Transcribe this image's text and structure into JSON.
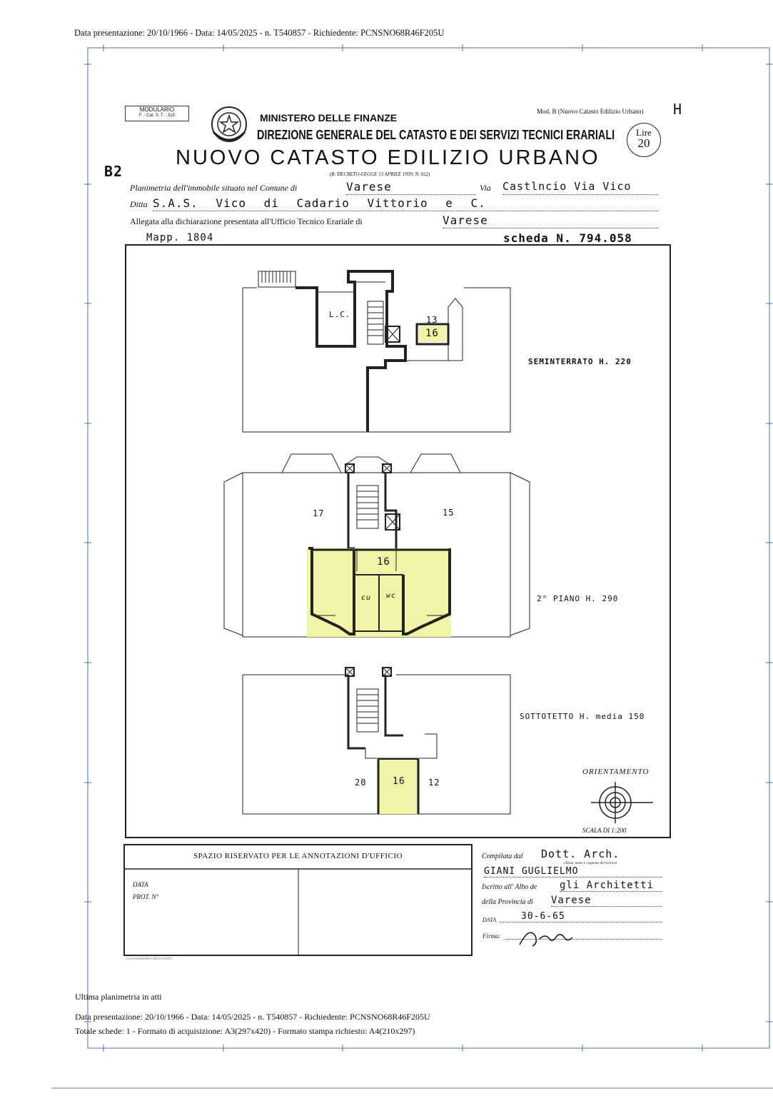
{
  "header_line": "Data presentazione: 20/10/1966 - Data: 14/05/2025 - n. T540857 - Richiedente: PCNSNO68R46F205U",
  "modulario": {
    "line1": "MODULARIO",
    "line2": "F. - Cat. S. T. - 315"
  },
  "ministry": "MINISTERO DELLE FINANZE",
  "direction": "DIREZIONE GENERALE DEL CATASTO E DEI SERVIZI TECNICI ERARIALI",
  "catasto_title": "NUOVO CATASTO EDILIZIO URBANO",
  "decree": "(R. DECRETO-LEGGE 13 APRILE 1939, N. 652)",
  "mod_b": "Mod. B (Nuovo Catasto Edilizio Urbano)",
  "corner_mark": "H",
  "stamp": {
    "line1": "Lire",
    "line2": "20"
  },
  "category": "B2",
  "planimetria_label": "Planimetria dell'immobile situato nel Comune di",
  "comune": "Varese",
  "via_label": "Via",
  "via": "Castlncio Via Vico",
  "ditta_label": "Ditta",
  "ditta": "S.A.S. Vico   di   Cadario Vittorio e C.",
  "allegata_label": "Allegata alla dichiarazione presentata all'Ufficio Tecnico Erariale di",
  "ufficio": "Varese",
  "mapp": "Mapp. 1804",
  "scheda": "scheda N. 794.058",
  "floors": {
    "basement": {
      "label": "SEMINTERRATO   H. 220",
      "room_lc": "L.C.",
      "num_top": "13",
      "num_unit": "16"
    },
    "second": {
      "label": "2° PIANO   H. 290",
      "n17": "17",
      "n15": "15",
      "n16": "16",
      "cu": "cu",
      "wc": "wc"
    },
    "attic": {
      "label": "SOTTOTETTO   H. media 150",
      "n20": "20",
      "n16": "16",
      "n12": "12"
    }
  },
  "orientamento": "ORIENTAMENTO",
  "scala": "SCALA DI 1:200",
  "spazio": "SPAZIO RISERVATO PER LE ANNOTAZIONI D'UFFICIO",
  "data_label": "DATA",
  "prot_label": "PROT. N°",
  "compilata_label": "Compilata dal",
  "compilata_value": "Dott. Arch.",
  "titolo_note": "(Titolo, nome e cognome del tecnico)",
  "tecnico": "GIANI   GUGLIELMO",
  "iscritto_label": "Iscritto all' Albo de",
  "iscritto_value": "gli Architetti",
  "provincia_label": "della Provincia di",
  "provincia_value": "Varese",
  "data_sig_label": "DATA",
  "data_sig_value": "30-6-65",
  "firma_label": "Firma:",
  "printer": "(1111) POLIGRAFICO DELLO STATO",
  "ultima": "Ultima planimetria in atti",
  "footer_line1": "Data presentazione: 20/10/1966 - Data: 14/05/2025 - n. T540857 - Richiedente: PCNSNO68R46F205U",
  "footer_line2": "Totale schede: 1 - Formato di acquisizione: A3(297x420)  - Formato stampa richiesto: A4(210x297)",
  "colors": {
    "highlight": "#eef5a6",
    "ink": "#111111"
  }
}
